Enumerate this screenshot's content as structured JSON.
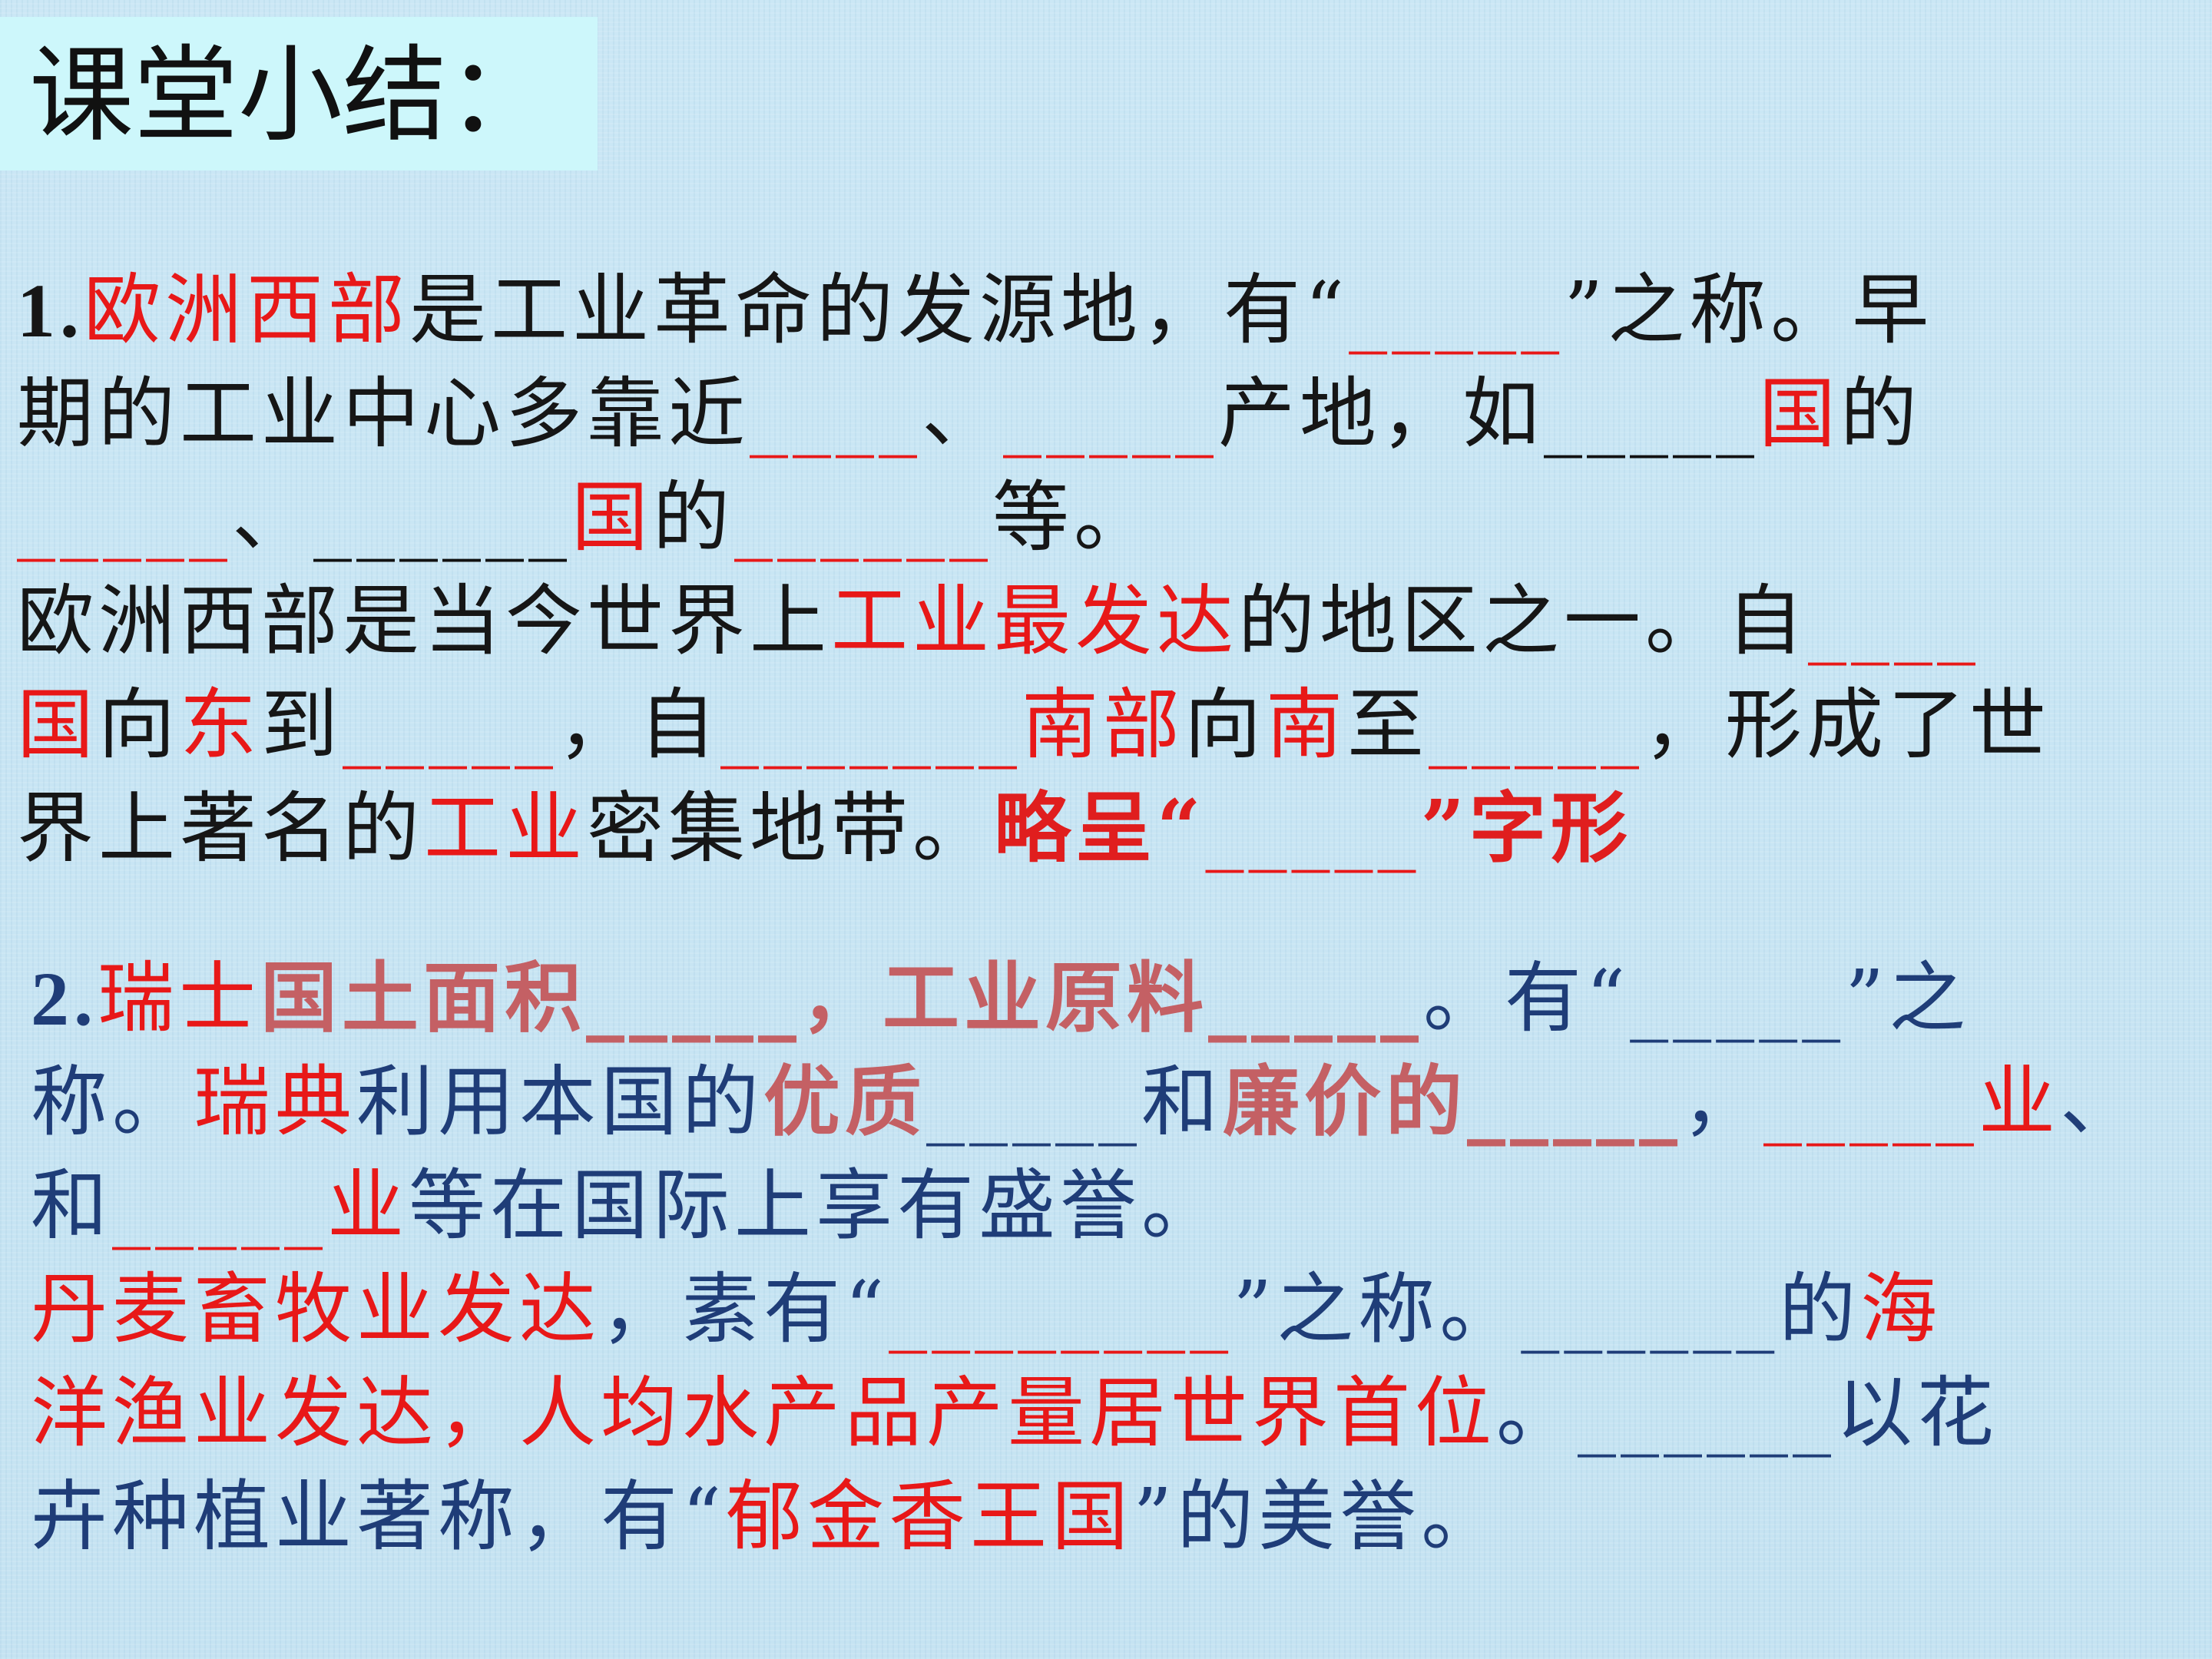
{
  "title": "课堂小结：",
  "section1": {
    "lines": [
      [
        {
          "t": "1.",
          "c": "num"
        },
        {
          "t": "欧洲西部",
          "c": "r"
        },
        {
          "t": "是工业革命的发源地，有“"
        },
        {
          "t": "_____",
          "c": "ur"
        },
        {
          "t": "”之称。早"
        }
      ],
      [
        {
          "t": "期的工业中心多靠近"
        },
        {
          "t": "____",
          "c": "ur"
        },
        {
          "t": "、"
        },
        {
          "t": "_____",
          "c": "ur"
        },
        {
          "t": "产地，如"
        },
        {
          "t": "_____",
          "c": "u"
        },
        {
          "t": "国",
          "c": "r"
        },
        {
          "t": "的"
        }
      ],
      [
        {
          "t": "_____",
          "c": "ur"
        },
        {
          "t": "、"
        },
        {
          "t": "______",
          "c": "u"
        },
        {
          "t": "国",
          "c": "r"
        },
        {
          "t": "的"
        },
        {
          "t": "______",
          "c": "ur"
        },
        {
          "t": "等。"
        }
      ],
      [
        {
          "t": "欧洲西部是当今世界上"
        },
        {
          "t": "工业最发达",
          "c": "r"
        },
        {
          "t": "的地区之一。自"
        },
        {
          "t": "____",
          "c": "ur"
        }
      ],
      [
        {
          "t": "国",
          "c": "r"
        },
        {
          "t": "向"
        },
        {
          "t": "东",
          "c": "r"
        },
        {
          "t": "到"
        },
        {
          "t": "_____",
          "c": "ur"
        },
        {
          "t": "，自"
        },
        {
          "t": "_______",
          "c": "ur"
        },
        {
          "t": "南部",
          "c": "r"
        },
        {
          "t": "向"
        },
        {
          "t": "南",
          "c": "r"
        },
        {
          "t": "至"
        },
        {
          "t": "_____",
          "c": "ur"
        },
        {
          "t": "，形成了世"
        }
      ],
      [
        {
          "t": "界上著名的"
        },
        {
          "t": "工业",
          "c": "r"
        },
        {
          "t": "密集地带。"
        },
        {
          "t": "略呈“",
          "c": "rb"
        },
        {
          "t": "_____",
          "c": "ur"
        },
        {
          "t": "”字形",
          "c": "rb"
        }
      ]
    ]
  },
  "section2": {
    "lines": [
      [
        {
          "t": "2.",
          "c": "num"
        },
        {
          "t": "瑞士",
          "c": "r"
        },
        {
          "t": "国土面积",
          "c": "rs"
        },
        {
          "t": "_____，",
          "c": "rs"
        },
        {
          "t": "工业原料",
          "c": "rs"
        },
        {
          "t": "_____",
          "c": "rs"
        },
        {
          "t": "。有“"
        },
        {
          "t": "_____",
          "c": "un"
        },
        {
          "t": "”之"
        }
      ],
      [
        {
          "t": "称。"
        },
        {
          "t": "瑞典",
          "c": "r"
        },
        {
          "t": "利用本国的"
        },
        {
          "t": "优质",
          "c": "rs"
        },
        {
          "t": "_____",
          "c": "un"
        },
        {
          "t": "和"
        },
        {
          "t": "廉价的",
          "c": "rs"
        },
        {
          "t": "_____",
          "c": "rs"
        },
        {
          "t": "，"
        },
        {
          "t": "_____",
          "c": "ur"
        },
        {
          "t": "业",
          "c": "r"
        },
        {
          "t": "、"
        }
      ],
      [
        {
          "t": "和"
        },
        {
          "t": "_____",
          "c": "ur"
        },
        {
          "t": "业",
          "c": "r"
        },
        {
          "t": "等在国际上享有盛誉。"
        }
      ],
      [
        {
          "t": "丹麦畜牧业发达",
          "c": "r"
        },
        {
          "t": "，素有“"
        },
        {
          "t": "________",
          "c": "ur"
        },
        {
          "t": "”之称。"
        },
        {
          "t": "______",
          "c": "un"
        },
        {
          "t": "的"
        },
        {
          "t": "海",
          "c": "r"
        }
      ],
      [
        {
          "t": "洋渔业发达，人均水产品产量居世界首位",
          "c": "r"
        },
        {
          "t": "。"
        },
        {
          "t": "______",
          "c": "un"
        },
        {
          "t": "以花"
        }
      ],
      [
        {
          "t": "卉种植业著称，有“"
        },
        {
          "t": "郁金香王国",
          "c": "r"
        },
        {
          "t": "”的美誉。"
        }
      ]
    ]
  }
}
